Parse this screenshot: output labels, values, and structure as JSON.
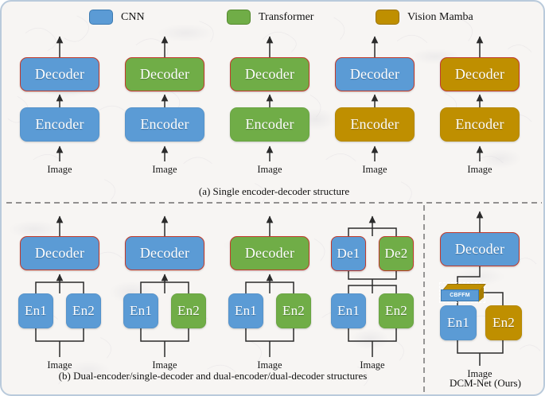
{
  "legend": {
    "items": [
      {
        "label": "CNN",
        "color": "#5b9bd5",
        "key": "cnn"
      },
      {
        "label": "Transformer",
        "color": "#70ad47",
        "key": "tfm"
      },
      {
        "label": "Vision Mamba",
        "color": "#bf8f00",
        "key": "mamba"
      }
    ]
  },
  "sections": {
    "a": {
      "caption": "(a) Single encoder-decoder structure",
      "columns": [
        {
          "decoder": "Decoder",
          "decoder_type": "cnn",
          "encoder": "Encoder",
          "encoder_type": "cnn",
          "input": "Image"
        },
        {
          "decoder": "Decoder",
          "decoder_type": "tfm",
          "encoder": "Encoder",
          "encoder_type": "cnn",
          "input": "Image"
        },
        {
          "decoder": "Decoder",
          "decoder_type": "tfm",
          "encoder": "Encoder",
          "encoder_type": "tfm",
          "input": "Image"
        },
        {
          "decoder": "Decoder",
          "decoder_type": "cnn",
          "encoder": "Encoder",
          "encoder_type": "mamba",
          "input": "Image"
        },
        {
          "decoder": "Decoder",
          "decoder_type": "mamba",
          "encoder": "Encoder",
          "encoder_type": "mamba",
          "input": "Image"
        }
      ]
    },
    "b": {
      "caption": "(b) Dual-encoder/single-decoder and dual-encoder/dual-decoder structures",
      "columns": [
        {
          "decoders": [
            {
              "label": "Decoder",
              "type": "cnn"
            }
          ],
          "encoders": [
            {
              "label": "En1",
              "type": "cnn"
            },
            {
              "label": "En2",
              "type": "cnn"
            }
          ],
          "input": "Image"
        },
        {
          "decoders": [
            {
              "label": "Decoder",
              "type": "cnn"
            }
          ],
          "encoders": [
            {
              "label": "En1",
              "type": "cnn"
            },
            {
              "label": "En2",
              "type": "tfm"
            }
          ],
          "input": "Image"
        },
        {
          "decoders": [
            {
              "label": "Decoder",
              "type": "tfm"
            }
          ],
          "encoders": [
            {
              "label": "En1",
              "type": "cnn"
            },
            {
              "label": "En2",
              "type": "tfm"
            }
          ],
          "input": "Image"
        },
        {
          "decoders": [
            {
              "label": "De1",
              "type": "cnn"
            },
            {
              "label": "De2",
              "type": "tfm"
            }
          ],
          "encoders": [
            {
              "label": "En1",
              "type": "cnn"
            },
            {
              "label": "En2",
              "type": "tfm"
            }
          ],
          "input": "Image"
        }
      ]
    },
    "ours": {
      "caption": "DCM-Net (Ours)",
      "decoder": "Decoder",
      "decoder_type": "cnn",
      "fusion_module": "CBFFM",
      "encoders": [
        {
          "label": "En1",
          "type": "cnn"
        },
        {
          "label": "En2",
          "type": "mamba"
        }
      ],
      "input": "Image"
    }
  },
  "colors": {
    "cnn": "#5b9bd5",
    "transformer": "#70ad47",
    "vision_mamba": "#bf8f00",
    "decoder_outline": "#c0392b",
    "background": "#f7f5f3",
    "frame": "#b9cadb",
    "wire": "#2b2b2b"
  }
}
